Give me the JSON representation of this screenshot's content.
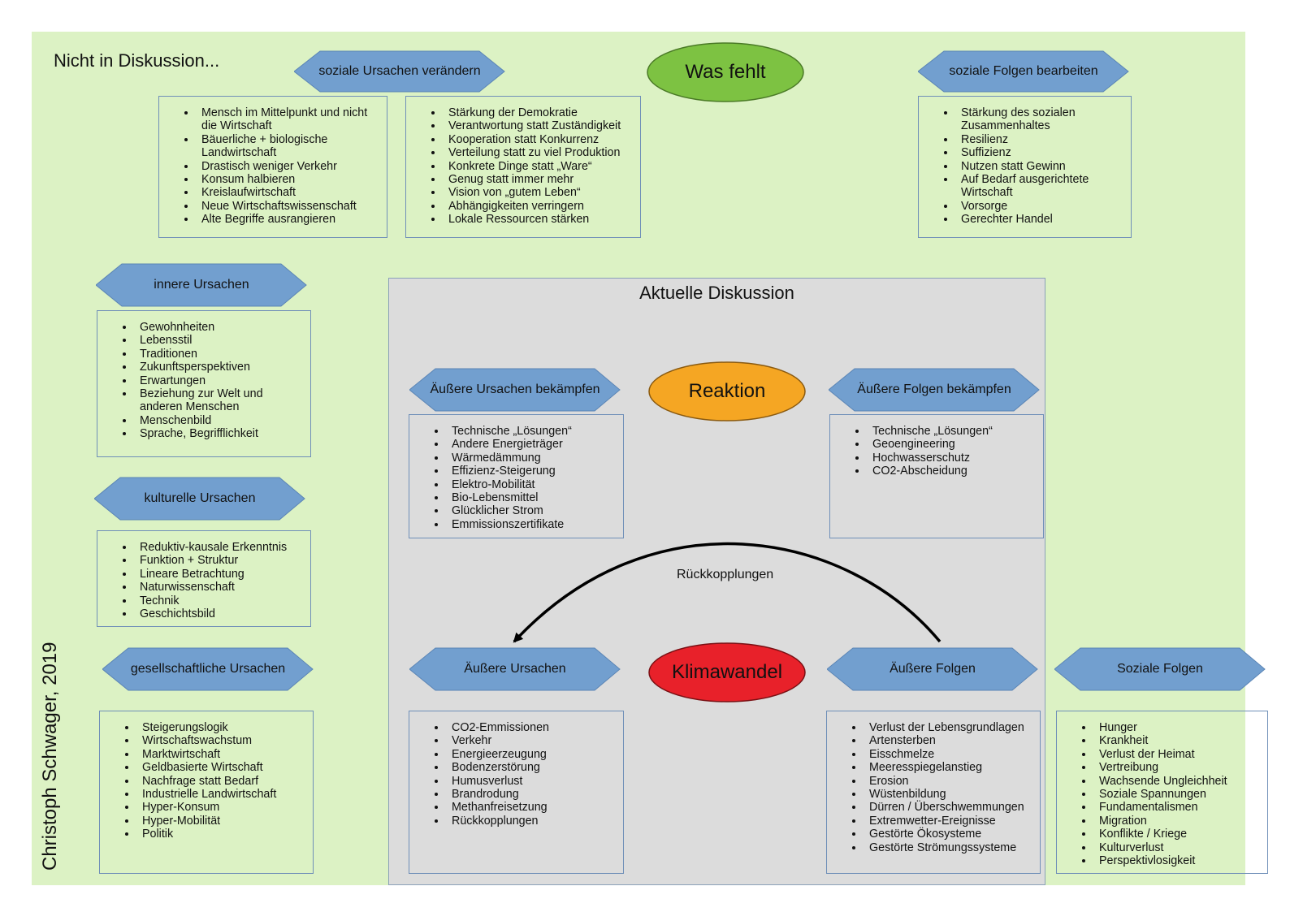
{
  "outer_title": "Nicht in Diskussion...",
  "inner_title": "Aktuelle Diskussion",
  "author": "Christoph Schwager, 2019",
  "arrow_label": "Rückkopplungen",
  "colors": {
    "outer_bg": "#dcf2c4",
    "inner_bg": "#dcdcdc",
    "hex_fill": "#729fcf",
    "green": "#7dc242",
    "orange": "#f5a623",
    "red": "#e8212a"
  },
  "ellipses": {
    "was_fehlt": "Was fehlt",
    "reaktion": "Reaktion",
    "klimawandel": "Klimawandel"
  },
  "hexagons": {
    "soziale_ursachen": "soziale Ursachen verändern",
    "soziale_folgen_bearbeiten": "soziale Folgen bearbeiten",
    "innere": "innere Ursachen",
    "kulturelle": "kulturelle Ursachen",
    "gesellschaftliche": "gesellschaftliche Ursachen",
    "aeussere_ursachen_bekaempfen": "Äußere Ursachen bekämpfen",
    "aeussere_folgen_bekaempfen": "Äußere Folgen bekämpfen",
    "aeussere_ursachen": "Äußere Ursachen",
    "aeussere_folgen": "Äußere Folgen",
    "soziale_folgen": "Soziale Folgen"
  },
  "lists": {
    "soziale_ursachen_1": [
      "Mensch im Mittelpunkt und nicht die Wirtschaft",
      "Bäuerliche + biologische Landwirtschaft",
      "Drastisch weniger Verkehr",
      "Konsum halbieren",
      "Kreislaufwirtschaft",
      "Neue Wirtschaftswissenschaft",
      "Alte Begriffe ausrangieren"
    ],
    "soziale_ursachen_2": [
      "Stärkung der Demokratie",
      "Verantwortung statt Zuständigkeit",
      "Kooperation statt Konkurrenz",
      "Verteilung statt zu viel Produktion",
      "Konkrete Dinge statt „Ware“",
      "Genug statt immer mehr",
      "Vision von „gutem Leben“",
      "Abhängigkeiten verringern",
      "Lokale Ressourcen stärken"
    ],
    "soziale_folgen_bearbeiten": [
      "Stärkung des sozialen Zusammenhaltes",
      "Resilienz",
      "Suffizienz",
      "Nutzen statt Gewinn",
      "Auf Bedarf ausgerichtete Wirtschaft",
      "Vorsorge",
      "Gerechter Handel"
    ],
    "innere": [
      "Gewohnheiten",
      "Lebensstil",
      "Traditionen",
      "Zukunftsperspektiven",
      "Erwartungen",
      "Beziehung zur Welt und anderen Menschen",
      "Menschenbild",
      "Sprache, Begrifflichkeit"
    ],
    "kulturelle": [
      "Reduktiv-kausale Erkenntnis",
      "Funktion + Struktur",
      "Lineare Betrachtung",
      "Naturwissenschaft",
      "Technik",
      "Geschichtsbild"
    ],
    "gesellschaftliche": [
      "Steigerungslogik",
      "Wirtschaftswachstum",
      "Marktwirtschaft",
      "Geldbasierte Wirtschaft",
      "Nachfrage statt Bedarf",
      "Industrielle Landwirtschaft",
      "Hyper-Konsum",
      "Hyper-Mobilität",
      "Politik"
    ],
    "aeussere_ursachen_bekaempfen": [
      "Technische „Lösungen“",
      "Andere Energieträger",
      "Wärmedämmung",
      "Effizienz-Steigerung",
      "Elektro-Mobilität",
      "Bio-Lebensmittel",
      "Glücklicher Strom",
      "Emmissionszertifikate"
    ],
    "aeussere_folgen_bekaempfen": [
      "Technische „Lösungen“",
      "Geoengineering",
      "Hochwasserschutz",
      "CO2-Abscheidung"
    ],
    "aeussere_ursachen": [
      "CO2-Emmissionen",
      "Verkehr",
      "Energieerzeugung",
      "Bodenzerstörung",
      "Humusverlust",
      "Brandrodung",
      "Methanfreisetzung",
      "Rückkopplungen"
    ],
    "aeussere_folgen": [
      "Verlust der Lebensgrundlagen",
      "Artensterben",
      "Eisschmelze",
      "Meeresspiegelanstieg",
      "Erosion",
      "Wüstenbildung",
      "Dürren / Überschwemmungen",
      "Extremwetter-Ereignisse",
      "Gestörte Ökosysteme",
      "Gestörte Strömungssysteme"
    ],
    "soziale_folgen": [
      "Hunger",
      "Krankheit",
      "Verlust der Heimat",
      "Vertreibung",
      "Wachsende Ungleichheit",
      "Soziale Spannungen",
      "Fundamentalismen",
      "Migration",
      "Konflikte / Kriege",
      "Kulturverlust",
      "Perspektivlosigkeit"
    ]
  }
}
